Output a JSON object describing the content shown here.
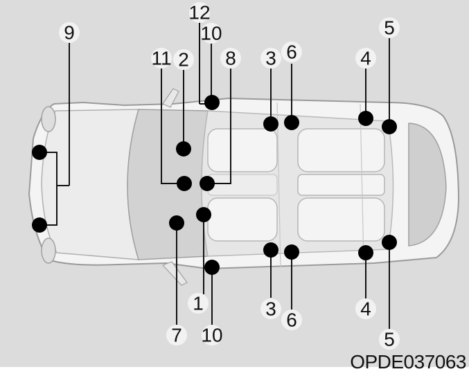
{
  "callouts": [
    {
      "id": "label-12",
      "text": "12"
    },
    {
      "id": "label-10-top",
      "text": "10"
    },
    {
      "id": "label-9",
      "text": "9"
    },
    {
      "id": "label-11",
      "text": "11"
    },
    {
      "id": "label-2",
      "text": "2"
    },
    {
      "id": "label-8",
      "text": "8"
    },
    {
      "id": "label-3-top",
      "text": "3"
    },
    {
      "id": "label-6-top",
      "text": "6"
    },
    {
      "id": "label-4-top",
      "text": "4"
    },
    {
      "id": "label-5-top",
      "text": "5"
    },
    {
      "id": "label-1",
      "text": "1"
    },
    {
      "id": "label-7",
      "text": "7"
    },
    {
      "id": "label-10-bottom",
      "text": "10"
    },
    {
      "id": "label-3-bottom",
      "text": "3"
    },
    {
      "id": "label-6-bottom",
      "text": "6"
    },
    {
      "id": "label-4-bottom",
      "text": "4"
    },
    {
      "id": "label-5-bottom",
      "text": "5"
    }
  ],
  "figure_code": "OPDE037063",
  "colors": {
    "background": "#dcdcdc",
    "car_body": "#f4f4f4",
    "car_outline": "#9a9a9a",
    "marker": "#000000",
    "label_circle": "#f2f2f2"
  }
}
